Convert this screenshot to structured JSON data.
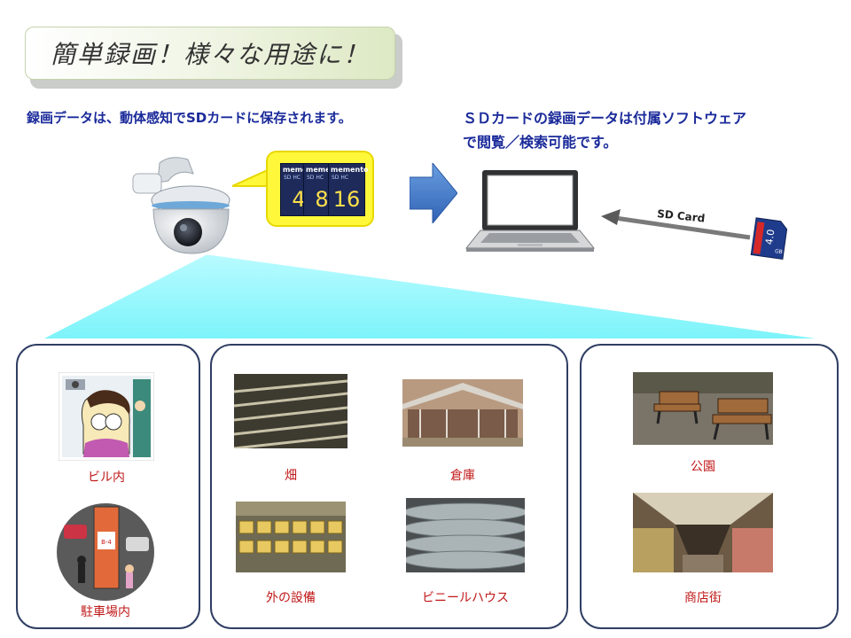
{
  "title": "簡単録画！様々な用途に！",
  "caption_left": "録画データは、動体感知でSDカードに保存されます。",
  "caption_right_line1": "ＳＤカードの録画データは付属ソフトウェア",
  "caption_right_line2": "で閲覧／検索可能です。",
  "sd_cards": [
    {
      "brand": "memento",
      "sub": "SD HC",
      "capacity": "4"
    },
    {
      "brand": "memento",
      "sub": "SD HC",
      "capacity": "8"
    },
    {
      "brand": "memento",
      "sub": "SD HC",
      "capacity": "16"
    }
  ],
  "sd_card_label": "SD Card",
  "sd_card_small_capacity": "4.0",
  "sd_card_small_unit": "GB",
  "uses": {
    "building": "ビル内",
    "parking": "駐車場内",
    "field": "畑",
    "warehouse": "倉庫",
    "outdoor": "外の設備",
    "greenhouse": "ビニールハウス",
    "park": "公園",
    "shopping_street": "商店街"
  },
  "parking_sign": "B-4",
  "colors": {
    "accent_text": "#1a2a9a",
    "label_red": "#c01818",
    "beam_cyan": "#8cf8fc",
    "panel_border": "#2f3e63",
    "callout_yellow": "#fff83a"
  }
}
